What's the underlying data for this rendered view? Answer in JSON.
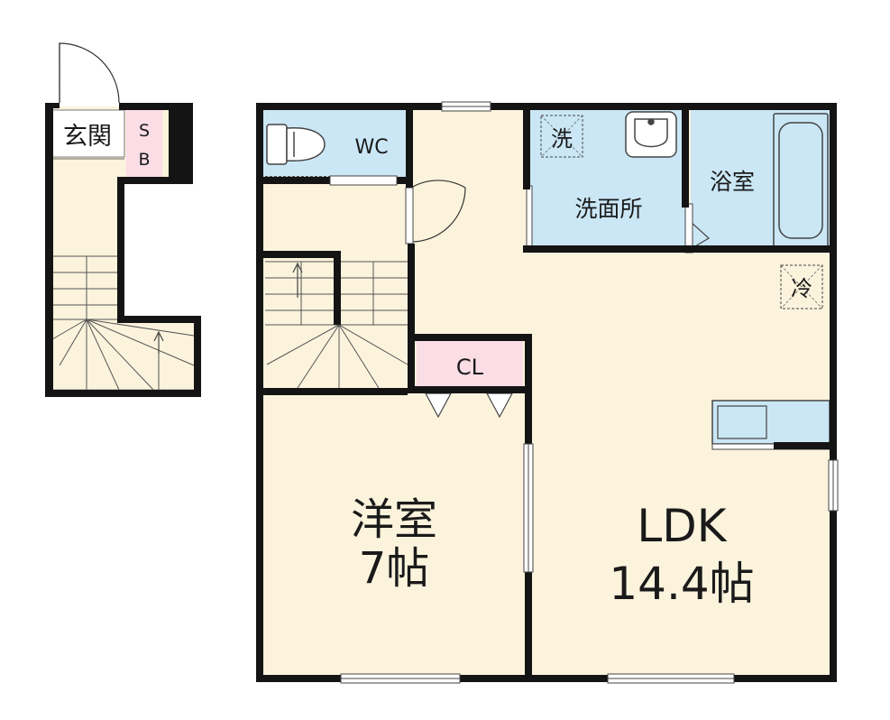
{
  "colors": {
    "floor": "#fbf3dc",
    "wet": "#cbe7f6",
    "storage": "#fbdde6",
    "wall": "#141414",
    "window": "#ffffff",
    "fixture_stroke": "#4a4a4a"
  },
  "rooms": {
    "genkan": "玄関",
    "sb_top": "S",
    "sb_bottom": "B",
    "wc": "WC",
    "washroom": "洗面所",
    "washer": "洗",
    "bath": "浴室",
    "fridge": "冷",
    "closet": "CL",
    "western_name": "洋室",
    "western_size": "7帖",
    "ldk_name": "LDK",
    "ldk_size": "14.4帖"
  }
}
